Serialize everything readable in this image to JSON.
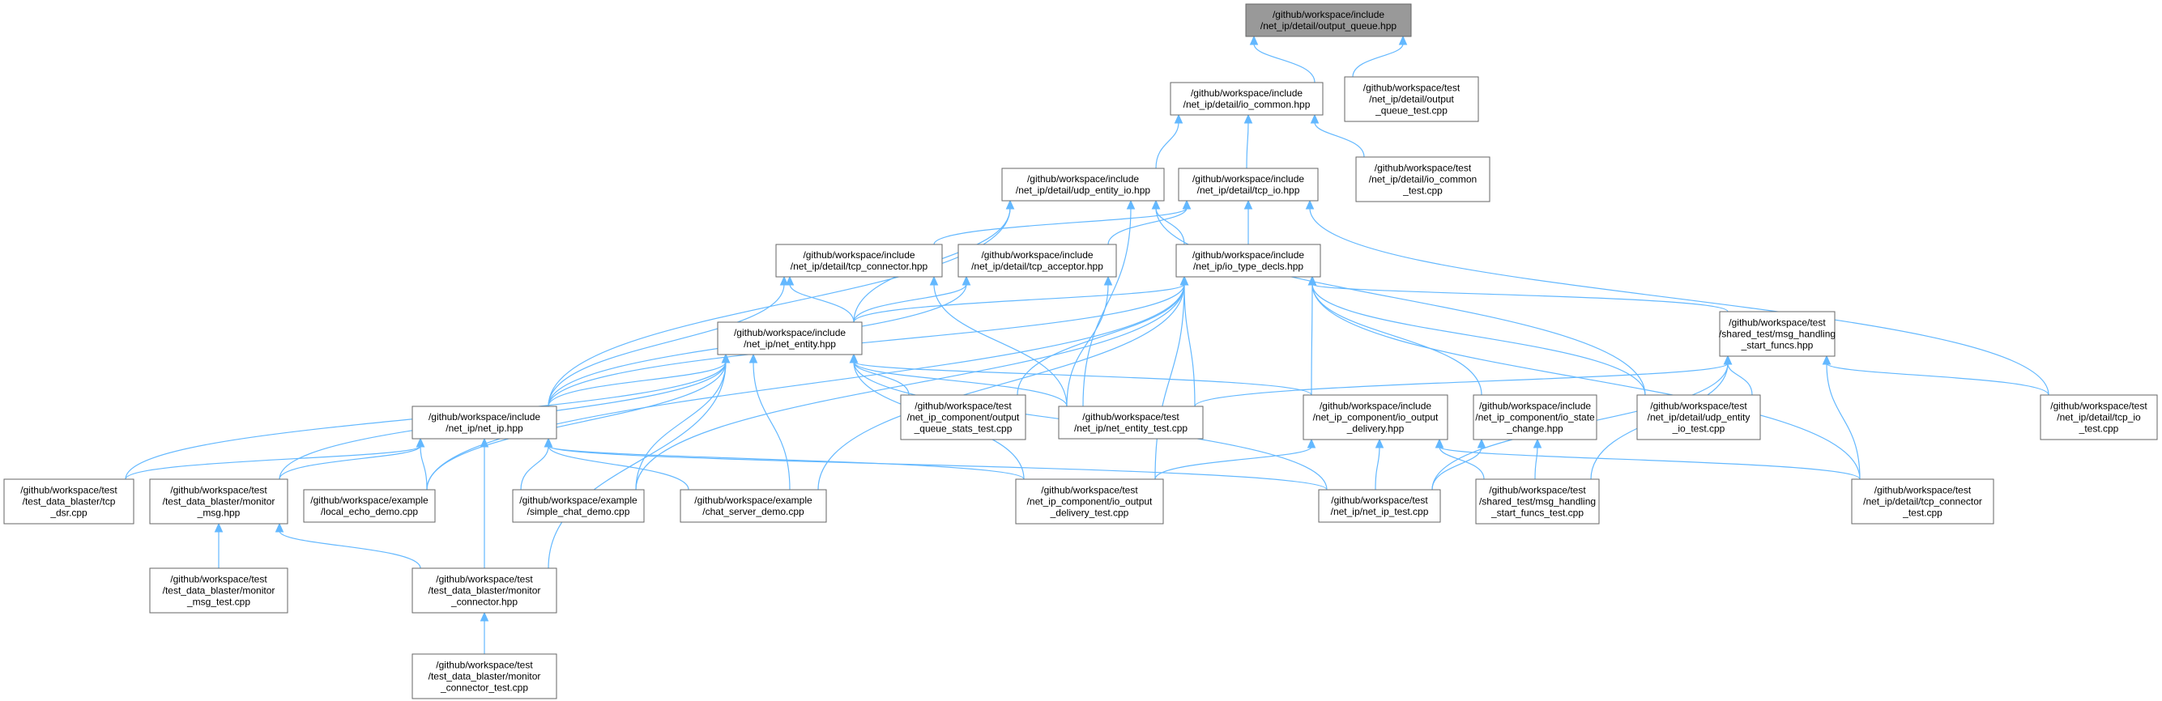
{
  "graph": {
    "root": "output_queue",
    "nodes": [
      {
        "id": "output_queue",
        "lines": [
          "/github/workspace/include",
          "/net_ip/detail/output_queue.hpp"
        ],
        "root": true
      },
      {
        "id": "io_common",
        "lines": [
          "/github/workspace/include",
          "/net_ip/detail/io_common.hpp"
        ]
      },
      {
        "id": "output_queue_test",
        "lines": [
          "/github/workspace/test",
          "/net_ip/detail/output",
          "_queue_test.cpp"
        ]
      },
      {
        "id": "udp_entity_io",
        "lines": [
          "/github/workspace/include",
          "/net_ip/detail/udp_entity_io.hpp"
        ]
      },
      {
        "id": "tcp_io",
        "lines": [
          "/github/workspace/include",
          "/net_ip/detail/tcp_io.hpp"
        ]
      },
      {
        "id": "io_common_test",
        "lines": [
          "/github/workspace/test",
          "/net_ip/detail/io_common",
          "_test.cpp"
        ]
      },
      {
        "id": "tcp_connector",
        "lines": [
          "/github/workspace/include",
          "/net_ip/detail/tcp_connector.hpp"
        ]
      },
      {
        "id": "tcp_acceptor",
        "lines": [
          "/github/workspace/include",
          "/net_ip/detail/tcp_acceptor.hpp"
        ]
      },
      {
        "id": "io_type_decls",
        "lines": [
          "/github/workspace/include",
          "/net_ip/io_type_decls.hpp"
        ]
      },
      {
        "id": "net_entity",
        "lines": [
          "/github/workspace/include",
          "/net_ip/net_entity.hpp"
        ]
      },
      {
        "id": "msg_handling",
        "lines": [
          "/github/workspace/test",
          "/shared_test/msg_handling",
          "_start_funcs.hpp"
        ]
      },
      {
        "id": "net_ip_hpp",
        "lines": [
          "/github/workspace/include",
          "/net_ip/net_ip.hpp"
        ]
      },
      {
        "id": "output_queue_stats_test",
        "lines": [
          "/github/workspace/test",
          "/net_ip_component/output",
          "_queue_stats_test.cpp"
        ]
      },
      {
        "id": "net_entity_test",
        "lines": [
          "/github/workspace/test",
          "/net_ip/net_entity_test.cpp"
        ]
      },
      {
        "id": "io_output_delivery",
        "lines": [
          "/github/workspace/include",
          "/net_ip_component/io_output",
          "_delivery.hpp"
        ]
      },
      {
        "id": "io_state_change",
        "lines": [
          "/github/workspace/include",
          "/net_ip_component/io_state",
          "_change.hpp"
        ]
      },
      {
        "id": "udp_entity_io_test",
        "lines": [
          "/github/workspace/test",
          "/net_ip/detail/udp_entity",
          "_io_test.cpp"
        ]
      },
      {
        "id": "tcp_io_test",
        "lines": [
          "/github/workspace/test",
          "/net_ip/detail/tcp_io",
          "_test.cpp"
        ]
      },
      {
        "id": "tcp_dsr",
        "lines": [
          "/github/workspace/test",
          "/test_data_blaster/tcp",
          "_dsr.cpp"
        ]
      },
      {
        "id": "monitor_msg",
        "lines": [
          "/github/workspace/test",
          "/test_data_blaster/monitor",
          "_msg.hpp"
        ]
      },
      {
        "id": "local_echo_demo",
        "lines": [
          "/github/workspace/example",
          "/local_echo_demo.cpp"
        ]
      },
      {
        "id": "simple_chat_demo",
        "lines": [
          "/github/workspace/example",
          "/simple_chat_demo.cpp"
        ]
      },
      {
        "id": "chat_server_demo",
        "lines": [
          "/github/workspace/example",
          "/chat_server_demo.cpp"
        ]
      },
      {
        "id": "io_output_delivery_test",
        "lines": [
          "/github/workspace/test",
          "/net_ip_component/io_output",
          "_delivery_test.cpp"
        ]
      },
      {
        "id": "net_ip_test",
        "lines": [
          "/github/workspace/test",
          "/net_ip/net_ip_test.cpp"
        ]
      },
      {
        "id": "msg_handling_test",
        "lines": [
          "/github/workspace/test",
          "/shared_test/msg_handling",
          "_start_funcs_test.cpp"
        ]
      },
      {
        "id": "tcp_connector_test",
        "lines": [
          "/github/workspace/test",
          "/net_ip/detail/tcp_connector",
          "_test.cpp"
        ]
      },
      {
        "id": "monitor_msg_test",
        "lines": [
          "/github/workspace/test",
          "/test_data_blaster/monitor",
          "_msg_test.cpp"
        ]
      },
      {
        "id": "monitor_connector",
        "lines": [
          "/github/workspace/test",
          "/test_data_blaster/monitor",
          "_connector.hpp"
        ]
      },
      {
        "id": "monitor_connector_test",
        "lines": [
          "/github/workspace/test",
          "/test_data_blaster/monitor",
          "_connector_test.cpp"
        ]
      }
    ],
    "edges": [
      [
        "io_common",
        "output_queue"
      ],
      [
        "output_queue_test",
        "output_queue"
      ],
      [
        "udp_entity_io",
        "io_common"
      ],
      [
        "tcp_io",
        "io_common"
      ],
      [
        "io_common_test",
        "io_common"
      ],
      [
        "net_entity",
        "udp_entity_io"
      ],
      [
        "net_ip_hpp",
        "udp_entity_io"
      ],
      [
        "io_type_decls",
        "udp_entity_io"
      ],
      [
        "net_entity_test",
        "udp_entity_io"
      ],
      [
        "udp_entity_io_test",
        "udp_entity_io"
      ],
      [
        "tcp_connector",
        "tcp_io"
      ],
      [
        "tcp_acceptor",
        "tcp_io"
      ],
      [
        "io_type_decls",
        "tcp_io"
      ],
      [
        "tcp_io_test",
        "tcp_io"
      ],
      [
        "net_entity",
        "tcp_connector"
      ],
      [
        "net_ip_hpp",
        "tcp_connector"
      ],
      [
        "net_entity_test",
        "tcp_connector"
      ],
      [
        "net_entity",
        "tcp_acceptor"
      ],
      [
        "net_ip_hpp",
        "tcp_acceptor"
      ],
      [
        "net_entity_test",
        "tcp_acceptor"
      ],
      [
        "net_entity",
        "io_type_decls"
      ],
      [
        "msg_handling",
        "io_type_decls"
      ],
      [
        "net_ip_hpp",
        "io_type_decls"
      ],
      [
        "output_queue_stats_test",
        "io_type_decls"
      ],
      [
        "net_entity_test",
        "io_type_decls"
      ],
      [
        "io_output_delivery",
        "io_type_decls"
      ],
      [
        "io_state_change",
        "io_type_decls"
      ],
      [
        "udp_entity_io_test",
        "io_type_decls"
      ],
      [
        "tcp_connector_test",
        "io_type_decls"
      ],
      [
        "local_echo_demo",
        "io_type_decls"
      ],
      [
        "simple_chat_demo",
        "io_type_decls"
      ],
      [
        "chat_server_demo",
        "io_type_decls"
      ],
      [
        "io_output_delivery_test",
        "io_type_decls"
      ],
      [
        "net_ip_hpp",
        "net_entity"
      ],
      [
        "tcp_dsr",
        "net_entity"
      ],
      [
        "monitor_msg",
        "net_entity"
      ],
      [
        "local_echo_demo",
        "net_entity"
      ],
      [
        "simple_chat_demo",
        "net_entity"
      ],
      [
        "chat_server_demo",
        "net_entity"
      ],
      [
        "io_output_delivery_test",
        "net_entity"
      ],
      [
        "net_ip_test",
        "net_entity"
      ],
      [
        "output_queue_stats_test",
        "net_entity"
      ],
      [
        "net_entity_test",
        "net_entity"
      ],
      [
        "io_output_delivery",
        "net_entity"
      ],
      [
        "monitor_connector",
        "net_entity"
      ],
      [
        "net_entity_test",
        "msg_handling"
      ],
      [
        "udp_entity_io_test",
        "msg_handling"
      ],
      [
        "tcp_io_test",
        "msg_handling"
      ],
      [
        "net_ip_test",
        "msg_handling"
      ],
      [
        "msg_handling_test",
        "msg_handling"
      ],
      [
        "tcp_connector_test",
        "msg_handling"
      ],
      [
        "tcp_dsr",
        "net_ip_hpp"
      ],
      [
        "monitor_msg",
        "net_ip_hpp"
      ],
      [
        "local_echo_demo",
        "net_ip_hpp"
      ],
      [
        "simple_chat_demo",
        "net_ip_hpp"
      ],
      [
        "chat_server_demo",
        "net_ip_hpp"
      ],
      [
        "io_output_delivery_test",
        "net_ip_hpp"
      ],
      [
        "net_ip_test",
        "net_ip_hpp"
      ],
      [
        "monitor_connector",
        "net_ip_hpp"
      ],
      [
        "io_output_delivery_test",
        "io_output_delivery"
      ],
      [
        "net_ip_test",
        "io_output_delivery"
      ],
      [
        "msg_handling_test",
        "io_output_delivery"
      ],
      [
        "tcp_connector_test",
        "io_output_delivery"
      ],
      [
        "net_ip_test",
        "io_state_change"
      ],
      [
        "msg_handling_test",
        "io_state_change"
      ],
      [
        "monitor_msg_test",
        "monitor_msg"
      ],
      [
        "monitor_connector",
        "monitor_msg"
      ],
      [
        "monitor_connector_test",
        "monitor_connector"
      ]
    ]
  }
}
